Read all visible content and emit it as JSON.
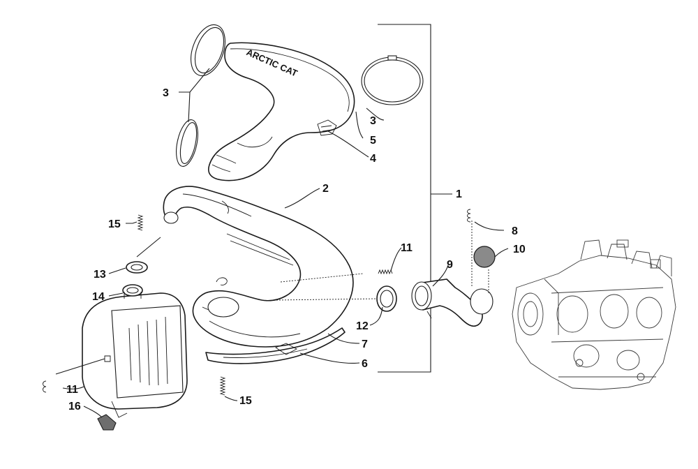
{
  "diagram": {
    "brand_logo_text": "ARCTIC CAT",
    "callouts": [
      {
        "id": "c1",
        "label": "1"
      },
      {
        "id": "c2",
        "label": "2"
      },
      {
        "id": "c3a",
        "label": "3"
      },
      {
        "id": "c3b",
        "label": "3"
      },
      {
        "id": "c4",
        "label": "4"
      },
      {
        "id": "c5",
        "label": "5"
      },
      {
        "id": "c6",
        "label": "6"
      },
      {
        "id": "c7",
        "label": "7"
      },
      {
        "id": "c8",
        "label": "8"
      },
      {
        "id": "c9",
        "label": "9"
      },
      {
        "id": "c10",
        "label": "10"
      },
      {
        "id": "c11a",
        "label": "11"
      },
      {
        "id": "c11b",
        "label": "11"
      },
      {
        "id": "c12",
        "label": "12"
      },
      {
        "id": "c13",
        "label": "13"
      },
      {
        "id": "c14",
        "label": "14"
      },
      {
        "id": "c15a",
        "label": "15"
      },
      {
        "id": "c15b",
        "label": "15"
      },
      {
        "id": "c16",
        "label": "16"
      }
    ],
    "colors": {
      "line": "#1a1a1a",
      "background": "#ffffff",
      "gasket_fill": "#8a8a8a",
      "grommet_fill": "#6e6e6e"
    }
  }
}
